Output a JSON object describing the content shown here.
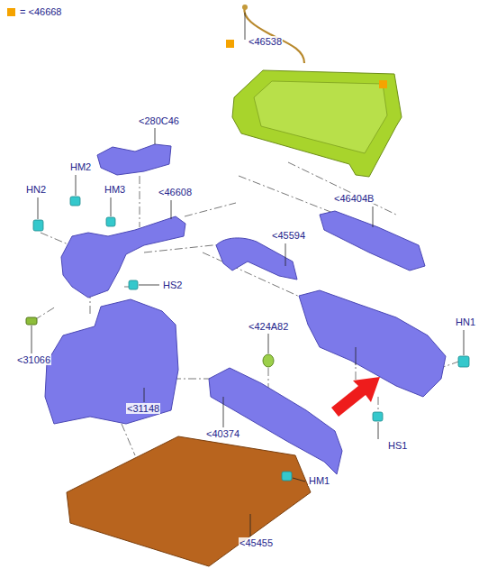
{
  "diagram": {
    "labels": [
      "<46538",
      "<280C46",
      "HM2",
      "HN2",
      "HM3",
      "<46608",
      "<46404B",
      "<45594",
      "HS2",
      "<31066",
      "<424A82",
      "HN1",
      "<31148",
      "<40374",
      "HS1",
      "HM1",
      "<45455"
    ],
    "legend": [
      {
        "text": "= <46668",
        "color": "#f5a300"
      }
    ]
  }
}
